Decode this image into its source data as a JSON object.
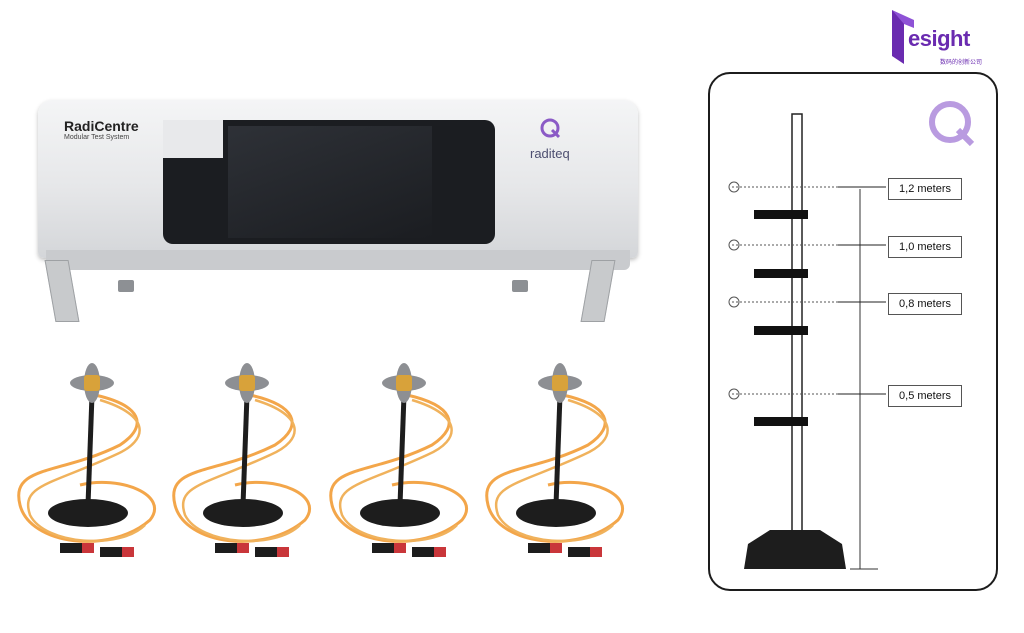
{
  "logo": {
    "text": "esight",
    "subtitle": "数码的创新公司"
  },
  "device": {
    "name": "RadiCentre",
    "subtitle": "Modular Test System",
    "brand": "raditeq"
  },
  "diagram": {
    "heights": [
      {
        "label": "1,2 meters"
      },
      {
        "label": "1,0 meters"
      },
      {
        "label": "0,8 meters"
      },
      {
        "label": "0,5 meters"
      }
    ]
  },
  "colors": {
    "accent": "#6a2bb0",
    "cable": "#f3a64a",
    "probe": "#8d8f93",
    "gold": "#d8a23a"
  }
}
